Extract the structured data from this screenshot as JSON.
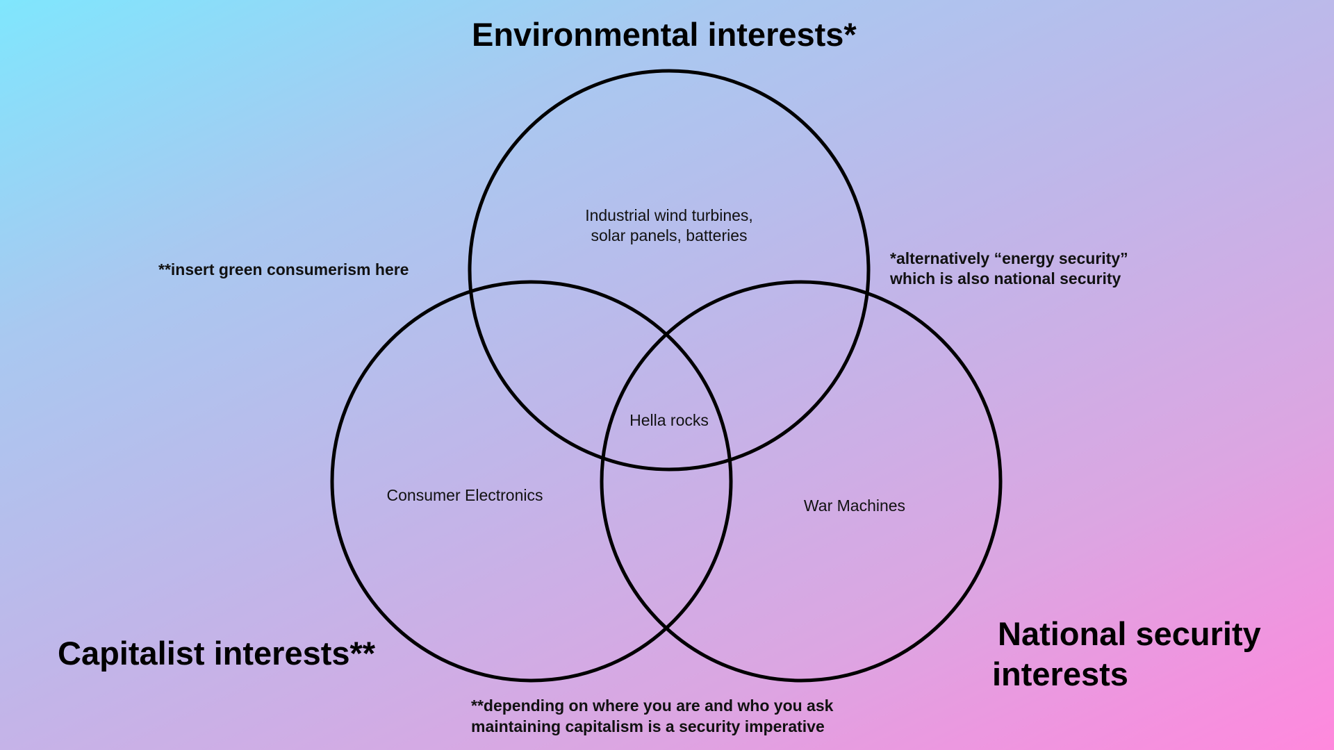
{
  "titles": {
    "environmental": "Environmental interests*",
    "capitalist": "Capitalist interests**",
    "national_security_line1": "National security",
    "national_security_line2": "interests"
  },
  "regions": {
    "environmental_only_line1": "Industrial wind turbines,",
    "environmental_only_line2": "solar panels, batteries",
    "center": "Hella rocks",
    "capitalist_only": "Consumer Electronics",
    "security_only": "War Machines"
  },
  "notes": {
    "green_consumerism": "**insert green consumerism here",
    "energy_security_line1": "*alternatively “energy security”",
    "energy_security_line2": "which is also national security",
    "capitalism_security_line1": "**depending on where you are and who you ask",
    "capitalism_security_line2": "maintaining capitalism is a security imperative"
  },
  "colors": {
    "gradient_start": "#7fe6fd",
    "gradient_end": "#ff88dd",
    "outline": "#000000"
  }
}
